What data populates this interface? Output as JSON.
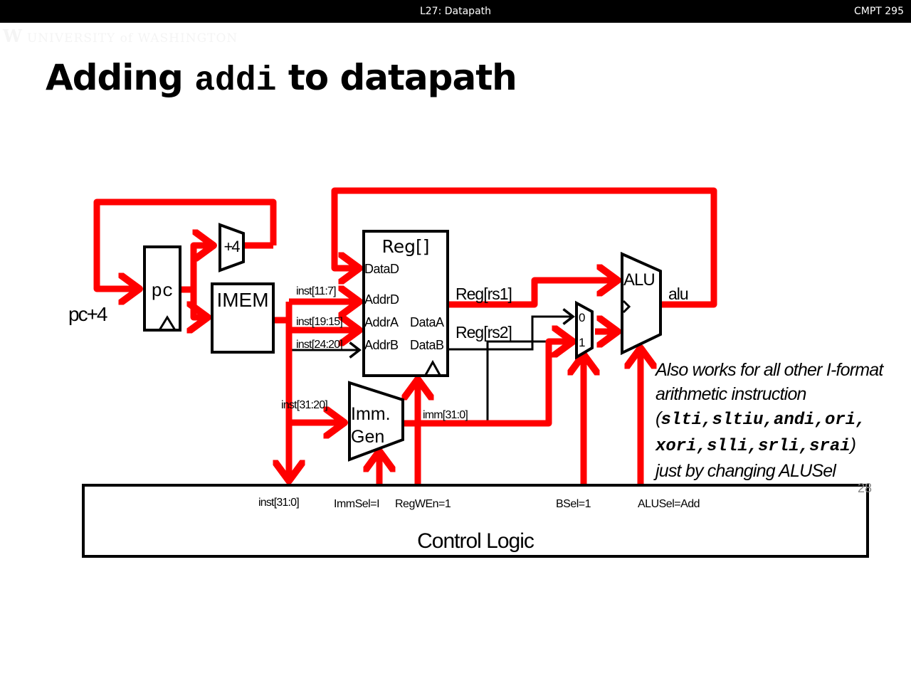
{
  "header": {
    "lecture_title": "L27: Datapath",
    "course": "CMPT 295",
    "logo_text": "UNIVERSITY of WASHINGTON",
    "logo_mark": "W"
  },
  "slide": {
    "title_prefix": "Adding ",
    "title_code": "addi",
    "title_suffix": " to datapath",
    "page_number": "28"
  },
  "diagram": {
    "blocks": {
      "pc": "pc",
      "plus4": "+4",
      "imem": "IMEM",
      "regfile": "Reg[]",
      "imm_gen_line1": "Imm.",
      "imm_gen_line2": "Gen",
      "alu": "ALU",
      "control_logic": "Control Logic",
      "mux_in0": "0",
      "mux_in1": "1"
    },
    "ports": {
      "dataD": "DataD",
      "addrD": "AddrD",
      "addrA": "AddrA",
      "addrB": "AddrB",
      "dataA": "DataA",
      "dataB": "DataB"
    },
    "signals": {
      "pc_plus4": "pc+4",
      "inst_rd": "inst[11:7]",
      "inst_rs1": "inst[19:15]",
      "inst_rs2": "inst[24:20]",
      "inst_imm": "inst[31:20]",
      "inst_full": "inst[31:0]",
      "reg_rs1": "Reg[rs1]",
      "reg_rs2": "Reg[rs2]",
      "imm": "imm[31:0]",
      "alu_out": "alu"
    },
    "control": {
      "immsel": "ImmSel=I",
      "regwen": "RegWEn=1",
      "bsel": "BSel=1",
      "alusel": "ALUSel=Add"
    },
    "colors": {
      "active_path": "#ff0000",
      "inactive_path": "#000000"
    }
  },
  "note": {
    "line1": "Also works for all other I-format",
    "line2": "arithmetic instruction",
    "open_paren": "(",
    "instr_line1": "slti,sltiu,andi,ori,",
    "instr_line2": "xori,slli,srli,srai",
    "close_paren": ")",
    "line5": "just by changing ALUSel"
  }
}
